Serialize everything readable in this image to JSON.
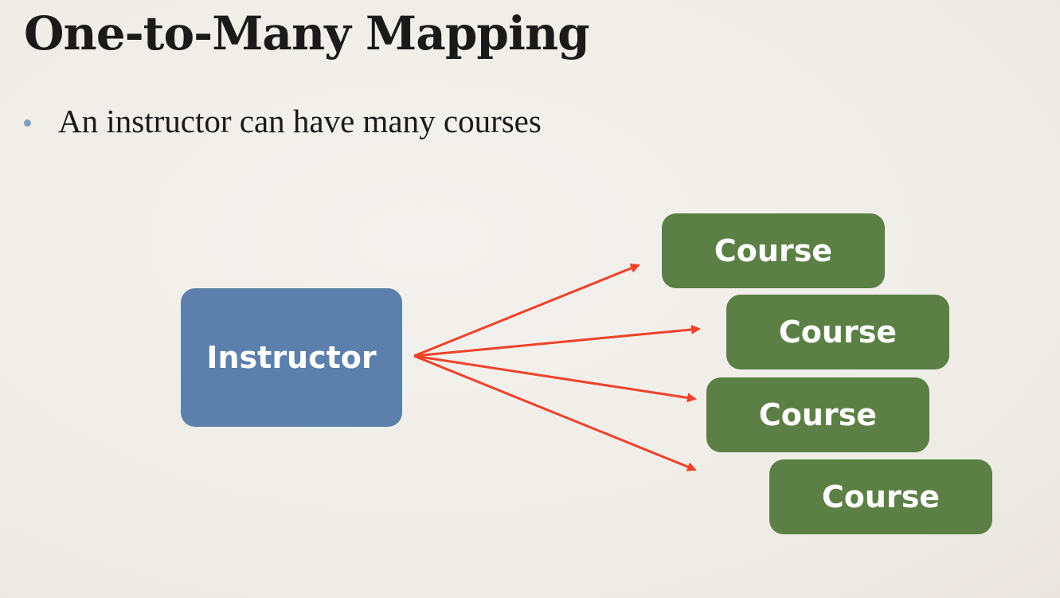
{
  "slide": {
    "title": "One-to-Many Mapping",
    "bullets": [
      "An instructor can have many courses"
    ]
  },
  "diagram": {
    "source": {
      "label": "Instructor",
      "color": "#5c80ab"
    },
    "targets": [
      {
        "label": "Course",
        "color": "#5b7f45"
      },
      {
        "label": "Course",
        "color": "#5b7f45"
      },
      {
        "label": "Course",
        "color": "#5b7f45"
      },
      {
        "label": "Course",
        "color": "#5b7f45"
      }
    ],
    "arrow_color": "#f0412a"
  }
}
